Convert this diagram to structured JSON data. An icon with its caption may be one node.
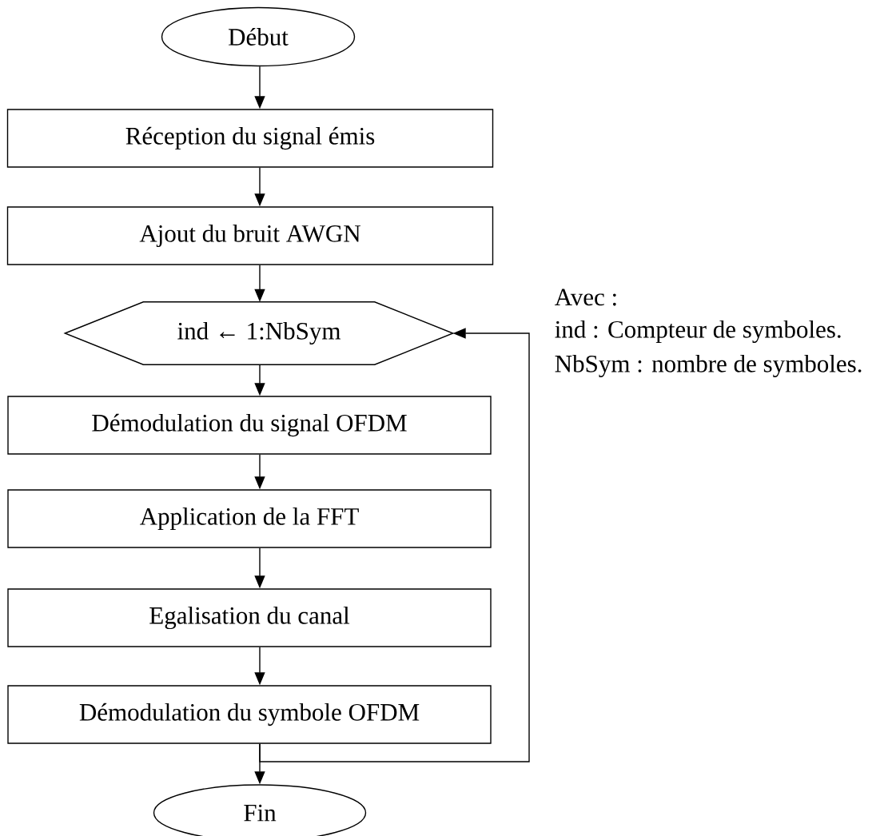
{
  "diagram": {
    "nodes": [
      {
        "text": [
          "Début"
        ]
      },
      {
        "text": [
          "Réception du signal émis"
        ]
      },
      {
        "text": [
          "Ajout du bruit AWGN"
        ]
      },
      {
        "text": [
          "ind ← 1:NbSym"
        ]
      },
      {
        "text": [
          "Démodulation du signal OFDM"
        ]
      },
      {
        "text": [
          "Application de la FFT"
        ]
      },
      {
        "text": [
          "Egalisation du canal"
        ]
      },
      {
        "text": [
          "Démodulation du symbole OFDM"
        ]
      },
      {
        "text": [
          "Fin"
        ]
      }
    ],
    "edges": [
      {
        "from": 0,
        "to": 1,
        "arrow": "to"
      },
      {
        "from": 1,
        "to": 2,
        "arrow": "to"
      },
      {
        "from": 2,
        "to": 3,
        "arrow": "to"
      },
      {
        "from": 3,
        "to": 4,
        "arrow": "to"
      },
      {
        "from": 4,
        "to": 5,
        "arrow": "to"
      },
      {
        "from": 5,
        "to": 6,
        "arrow": "to"
      },
      {
        "from": 6,
        "to": 7,
        "arrow": "to"
      },
      {
        "from": 7,
        "to": 8,
        "arrow": "to"
      },
      {
        "from": 7,
        "to": 3,
        "arrow": "to"
      }
    ],
    "labels": [
      "Avec :",
      "ind : Compteur de symboles.",
      "NbSym : nombre de symboles."
    ]
  }
}
